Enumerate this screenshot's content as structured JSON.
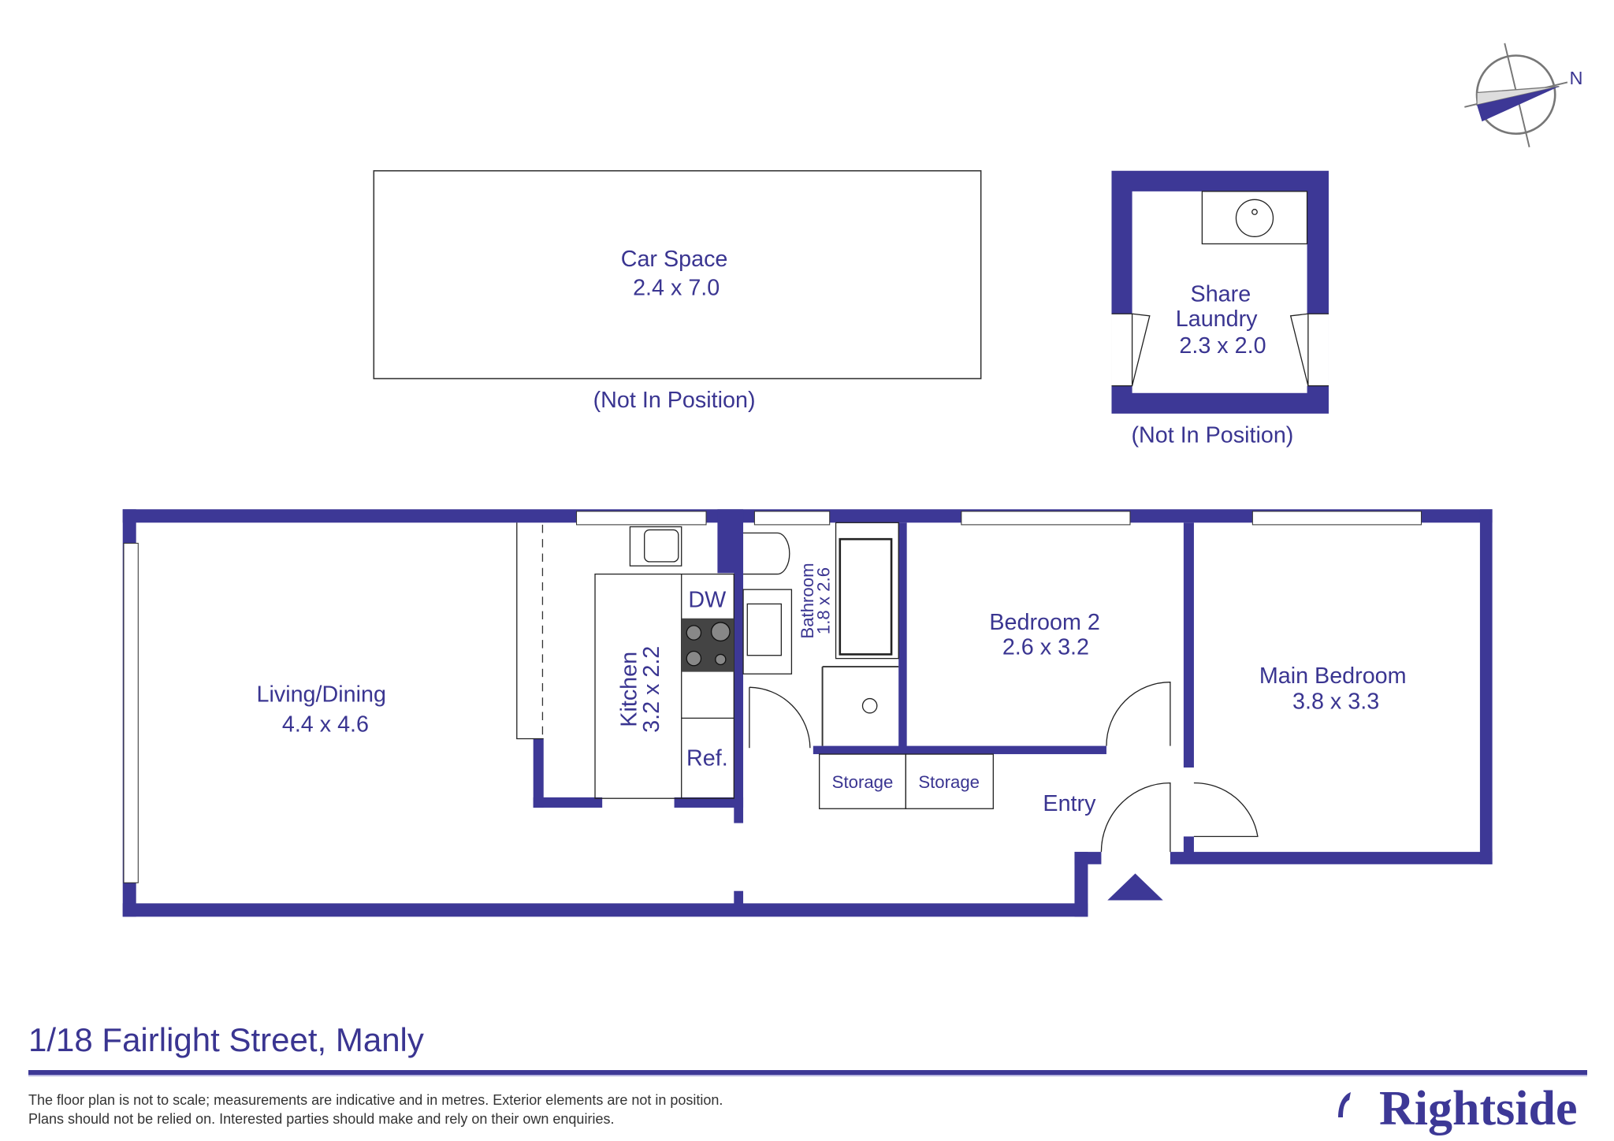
{
  "colors": {
    "wall": "#3d3896",
    "text": "#3a3591"
  },
  "rooms": {
    "car_space": {
      "name": "Car Space",
      "size": "2.4 x 7.0",
      "note": "(Not In Position)"
    },
    "laundry": {
      "name1": "Share",
      "name2": "Laundry",
      "size": "2.3 x 2.0",
      "note": "(Not In Position)"
    },
    "living": {
      "name": "Living/Dining",
      "size": "4.4 x 4.6"
    },
    "kitchen": {
      "name": "Kitchen",
      "size": "3.2 x 2.2",
      "dw": "DW",
      "ref": "Ref."
    },
    "bathroom": {
      "name": "Bathroom",
      "size": "1.8 x 2.6"
    },
    "bedroom2": {
      "name": "Bedroom 2",
      "size": "2.6 x 3.2"
    },
    "main_bedroom": {
      "name": "Main Bedroom",
      "size": "3.8 x 3.3"
    },
    "storage1": "Storage",
    "storage2": "Storage",
    "entry": "Entry"
  },
  "compass": {
    "label": "N",
    "icon": "compass-icon"
  },
  "footer": {
    "address": "1/18 Fairlight Street, Manly",
    "disclaimer1": "The floor plan is not to scale; measurements are indicative and in metres. Exterior elements are not in position.",
    "disclaimer2": "Plans should not be relied on. Interested parties should make and rely on their own enquiries.",
    "brand": "Rightside"
  }
}
